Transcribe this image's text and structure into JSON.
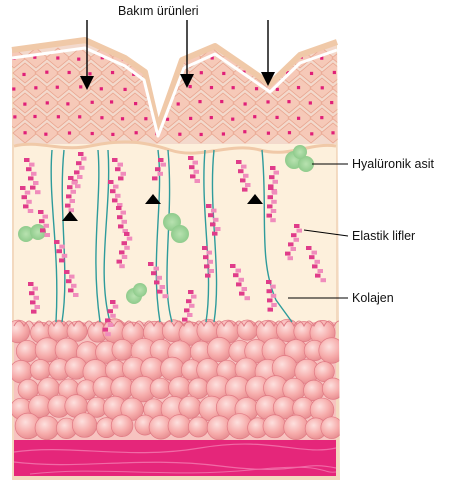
{
  "labels": {
    "top": "Bakım ürünleri",
    "hyaluronic": "Hyalüronik asit",
    "elastic": "Elastik lifler",
    "collagen": "Kolajen"
  },
  "colors": {
    "epidermis_fill": "#f3d9cc",
    "cell_fill": "#f6c9b8",
    "cell_nucleus": "#e01e78",
    "dermis_fill": "#fdf0dc",
    "collagen": "#e03c8a",
    "collagen_light": "#f08cbc",
    "elastic_fiber": "#2e9b9b",
    "hyaluronic": "#9bd39b",
    "fat_cell": "#f4a6a6",
    "fat_cell_edge": "#e07a84",
    "bottom_layer": "#e5267a",
    "arrow": "#000000",
    "leader_line": "#000000"
  }
}
